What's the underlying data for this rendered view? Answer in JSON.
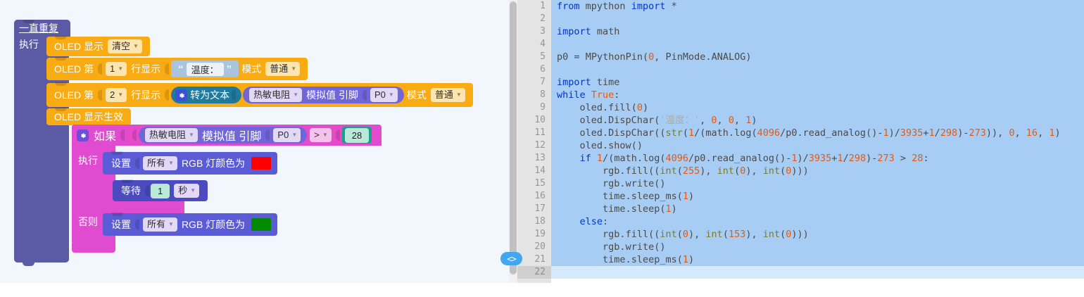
{
  "workspace": {
    "loop": {
      "label": "一直重复",
      "do_label": "执行"
    },
    "blocks": {
      "oled_clear": {
        "prefix": "OLED 显示",
        "mode": "清空"
      },
      "oled_line1": {
        "prefix": "OLED 第",
        "line": "1",
        "mid": "行显示",
        "text": "温度：",
        "mode_label": "模式",
        "mode": "普通"
      },
      "oled_line2": {
        "prefix": "OLED 第",
        "line": "2",
        "mid": "行显示",
        "to_text": "转为文本",
        "sensor": "热敏电阻",
        "sensor_field": "模拟值 引脚",
        "pin": "P0",
        "mode_label": "模式",
        "mode": "普通"
      },
      "oled_show": {
        "label": "OLED 显示生效"
      },
      "if_block": {
        "if_label": "如果",
        "do_label": "执行",
        "else_label": "否则",
        "sensor": "热敏电阻",
        "sensor_field": "模拟值 引脚",
        "pin": "P0",
        "operator": ">",
        "threshold": "28"
      },
      "rgb_red": {
        "prefix": "设置",
        "target": "所有",
        "suffix": "RGB 灯颜色为",
        "color": "#ff0000"
      },
      "wait": {
        "prefix": "等待",
        "value": "1",
        "unit": "秒"
      },
      "rgb_green": {
        "prefix": "设置",
        "target": "所有",
        "suffix": "RGB 灯颜色为",
        "color": "#008a00"
      }
    }
  },
  "code_panel": {
    "toggle_label": "<>",
    "current_line": 22,
    "line_numbers": [
      1,
      2,
      3,
      4,
      5,
      6,
      7,
      8,
      9,
      10,
      11,
      12,
      13,
      14,
      15,
      16,
      17,
      18,
      19,
      20,
      21,
      22
    ],
    "lines": [
      "from mpython import *",
      "",
      "import math",
      "",
      "p0 = MPythonPin(0, PinMode.ANALOG)",
      "",
      "import time",
      "while True:",
      "    oled.fill(0)",
      "    oled.DispChar('温度：', 0, 0, 1)",
      "    oled.DispChar((str(1/(math.log(4096/p0.read_analog()-1)/3935+1/298)-273)), 0, 16, 1)",
      "    oled.show()",
      "    if 1/(math.log(4096/p0.read_analog()-1)/3935+1/298)-273 > 28:",
      "        rgb.fill((int(255), int(0), int(0)))",
      "        rgb.write()",
      "        time.sleep_ms(1)",
      "        time.sleep(1)",
      "    else:",
      "        rgb.fill((int(0), int(153), int(0)))",
      "        rgb.write()",
      "        time.sleep_ms(1)",
      ""
    ]
  },
  "colors": {
    "canvas_bg": "#f2f6fd",
    "loop_purple": "#5b5ba5",
    "oled_yellow": "#f9ab14",
    "sensor_purple": "#7166d9",
    "logic_magenta": "#e04bd0",
    "actuator_blue": "#5b5bd6",
    "text_teal": "#1f7a9e",
    "number_green": "#17a08a",
    "selection_blue": "#a8cdf5"
  }
}
